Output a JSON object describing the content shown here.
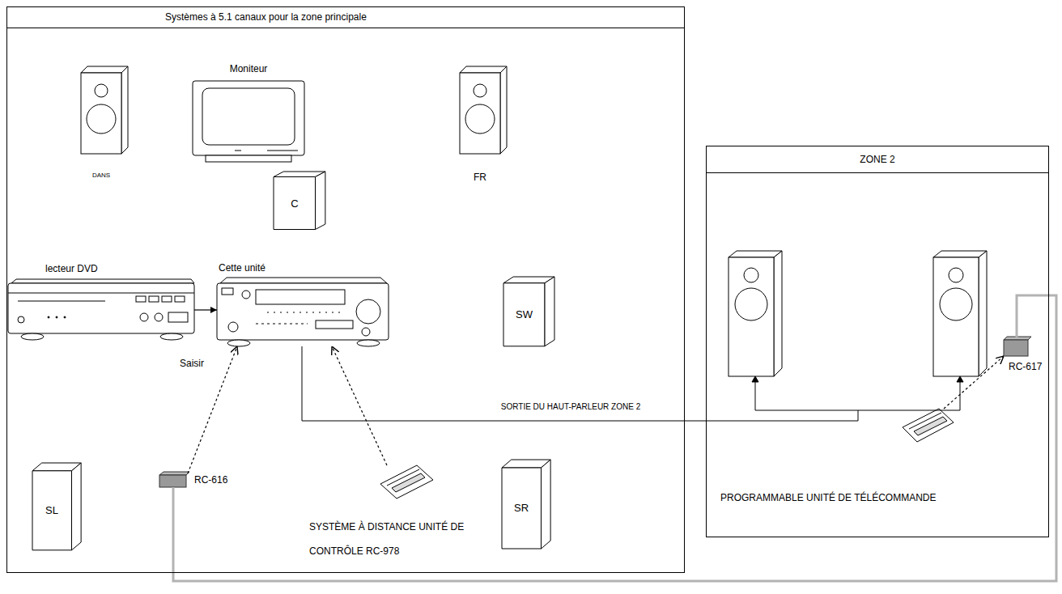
{
  "diagram": {
    "nodes": [
      {
        "text": [
          "Systèmes à 5.1 canaux pour la zone principale"
        ]
      },
      {
        "text": [
          "DANS"
        ],
        "in": 0
      },
      {
        "text": [
          "Moniteur"
        ],
        "in": 0
      },
      {
        "text": [
          "FR"
        ],
        "in": 0
      },
      {
        "text": [
          "C"
        ],
        "in": 0
      },
      {
        "text": [
          "lecteur DVD"
        ],
        "in": 0
      },
      {
        "text": [
          "Cette unité"
        ],
        "in": 0
      },
      {
        "text": [
          "SW"
        ],
        "in": 0
      },
      {
        "text": [
          "SL"
        ],
        "in": 0
      },
      {
        "text": [
          "RC-616"
        ],
        "in": 0
      },
      {
        "text": [
          "SYSTÈME À DISTANCE UNITÉ DE CONTRÔLE RC-978"
        ],
        "in": 0
      },
      {
        "text": [
          "SR"
        ],
        "in": 0
      },
      {
        "text": [
          "ZONE 2"
        ]
      },
      {
        "text": [
          "RC-617"
        ],
        "in": 12
      },
      {
        "text": [
          "PROGRAMMABLE UNITÉ DE TÉLÉCOMMANDE"
        ],
        "in": 12
      }
    ],
    "edges": [
      {
        "from": 5,
        "to": 6,
        "arrow": "to"
      },
      {
        "from": 10,
        "to": 6,
        "arrow": "to"
      },
      {
        "from": 9,
        "to": 6,
        "arrow": "to"
      },
      {
        "from": 6,
        "to": 12,
        "label": "SORTIE DU HAUT-PARLEUR ZONE 2",
        "arrow": "none"
      },
      {
        "from": 9,
        "to": 13,
        "arrow": "none"
      },
      {
        "from": 14,
        "to": 13,
        "arrow": "to"
      }
    ],
    "labels": [
      "Saisir"
    ]
  }
}
